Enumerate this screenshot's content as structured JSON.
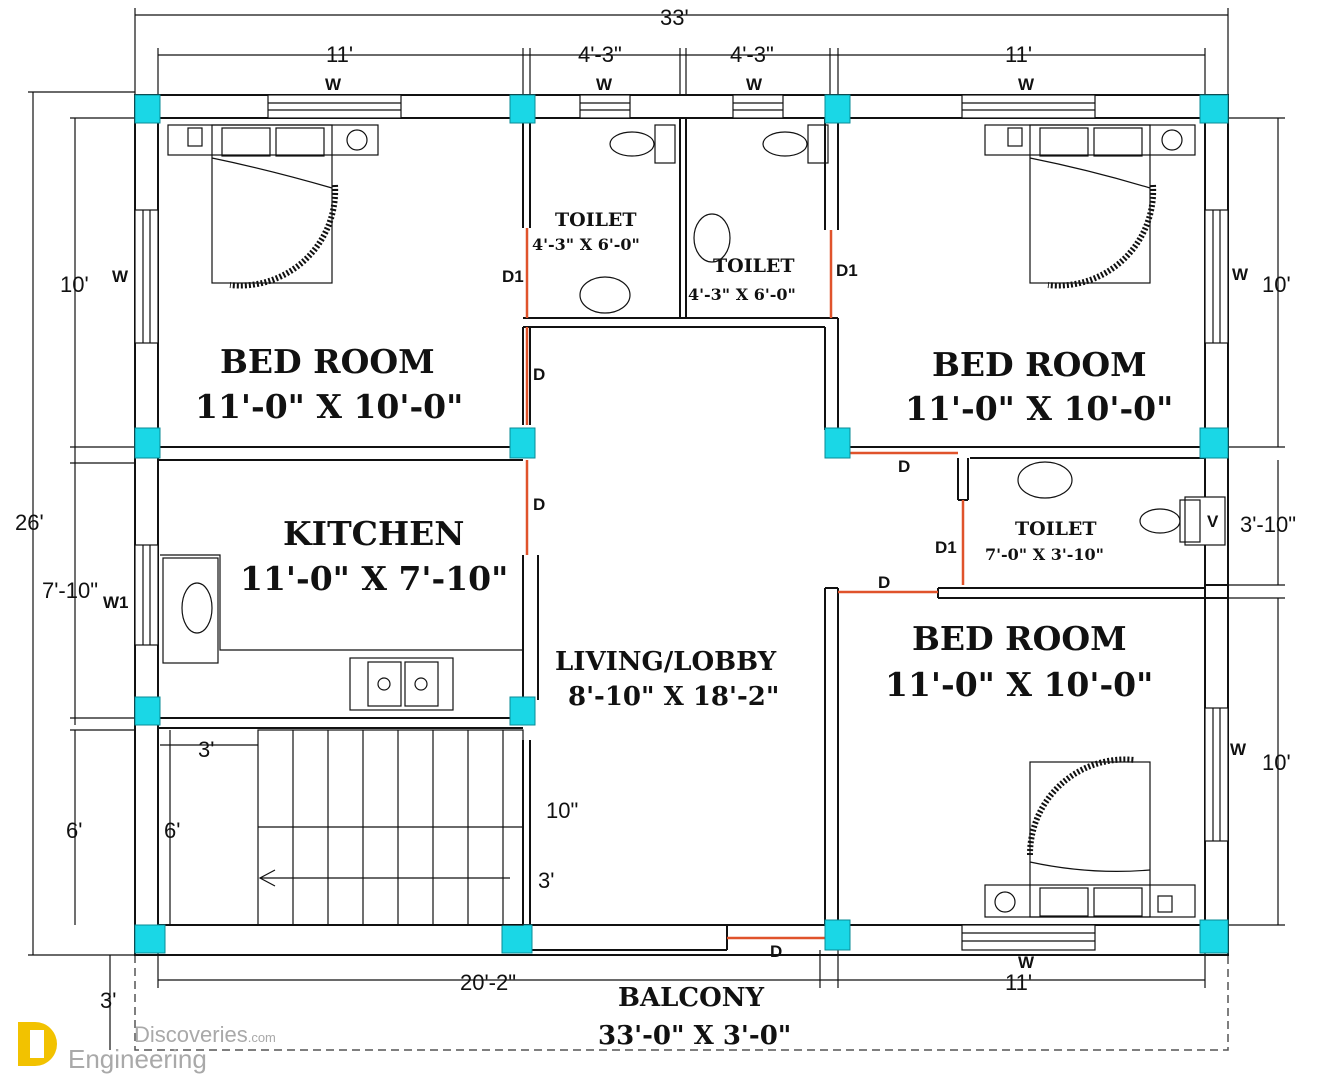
{
  "dimensions": {
    "overall_width": "33'",
    "bed_top_left_width": "11'",
    "toilet_left_width": "4'-3\"",
    "toilet_right_width": "4'-3\"",
    "bed_top_right_width": "11'",
    "overall_height": "26'",
    "left_bed_height": "10'",
    "kitchen_height": "7'-10\"",
    "stair_height_outer": "6'",
    "stair_height_inner": "6'",
    "stair_width": "3'",
    "stair_tread": "10\"",
    "stair_landing": "3'",
    "right_bed_height_top": "10'",
    "right_toilet_height": "3'-10\"",
    "right_bed_height_bottom": "10'",
    "bottom_left_width": "20'-2\"",
    "bottom_right_width": "11'",
    "balcony_depth": "3'"
  },
  "rooms": {
    "bed_top_left": {
      "name": "BED ROOM",
      "size": "11'-0\" X 10'-0\""
    },
    "bed_top_right": {
      "name": "BED ROOM",
      "size": "11'-0\" X 10'-0\""
    },
    "bed_bottom_right": {
      "name": "BED ROOM",
      "size": "11'-0\" X 10'-0\""
    },
    "kitchen": {
      "name": "KITCHEN",
      "size": "11'-0\" X 7'-10\""
    },
    "toilet_left": {
      "name": "TOILET",
      "size": "4'-3\" X 6'-0\""
    },
    "toilet_right": {
      "name": "TOILET",
      "size": "4'-3\" X 6'-0\""
    },
    "toilet_side": {
      "name": "TOILET",
      "size": "7'-0\" X 3'-10\""
    },
    "living": {
      "name": "LIVING/LOBBY",
      "size": "8'-10\" X 18'-2\""
    },
    "balcony": {
      "name": "BALCONY",
      "size": "33'-0\" X 3'-0\""
    }
  },
  "labels": {
    "window": "W",
    "window_kitchen": "W1",
    "door": "D",
    "door_toilet": "D1",
    "vent": "V"
  },
  "watermark": {
    "brand_line1": "Discoveries",
    "brand_suffix": ".com",
    "brand_line2": "Engineering"
  },
  "colors": {
    "column": "#1ad7e6",
    "door": "#e0532b"
  }
}
